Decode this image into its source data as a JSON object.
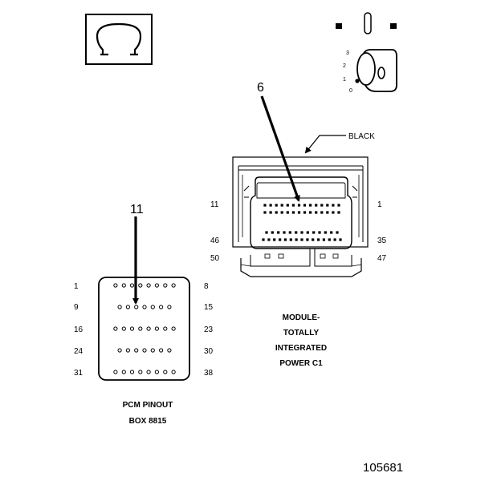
{
  "connector": {
    "color_label": "BLACK",
    "callout": "6",
    "pin_labels": {
      "top_left": "11",
      "top_right": "1",
      "mid_left": "46",
      "mid_right": "35",
      "bot_left": "50",
      "bot_right": "47"
    },
    "caption": [
      "MODULE-",
      "TOTALLY",
      "INTEGRATED",
      "POWER C1"
    ]
  },
  "pinout_box": {
    "callout": "11",
    "row_labels_left": [
      "1",
      "9",
      "16",
      "24",
      "31"
    ],
    "row_labels_right": [
      "8",
      "15",
      "23",
      "30",
      "38"
    ],
    "row_pin_counts": [
      8,
      7,
      8,
      7,
      8
    ],
    "caption": [
      "PCM PINOUT",
      "BOX 8815"
    ]
  },
  "ignition_key": {
    "positions": [
      "3",
      "2",
      "1",
      "0"
    ]
  },
  "figure_number": "105681"
}
